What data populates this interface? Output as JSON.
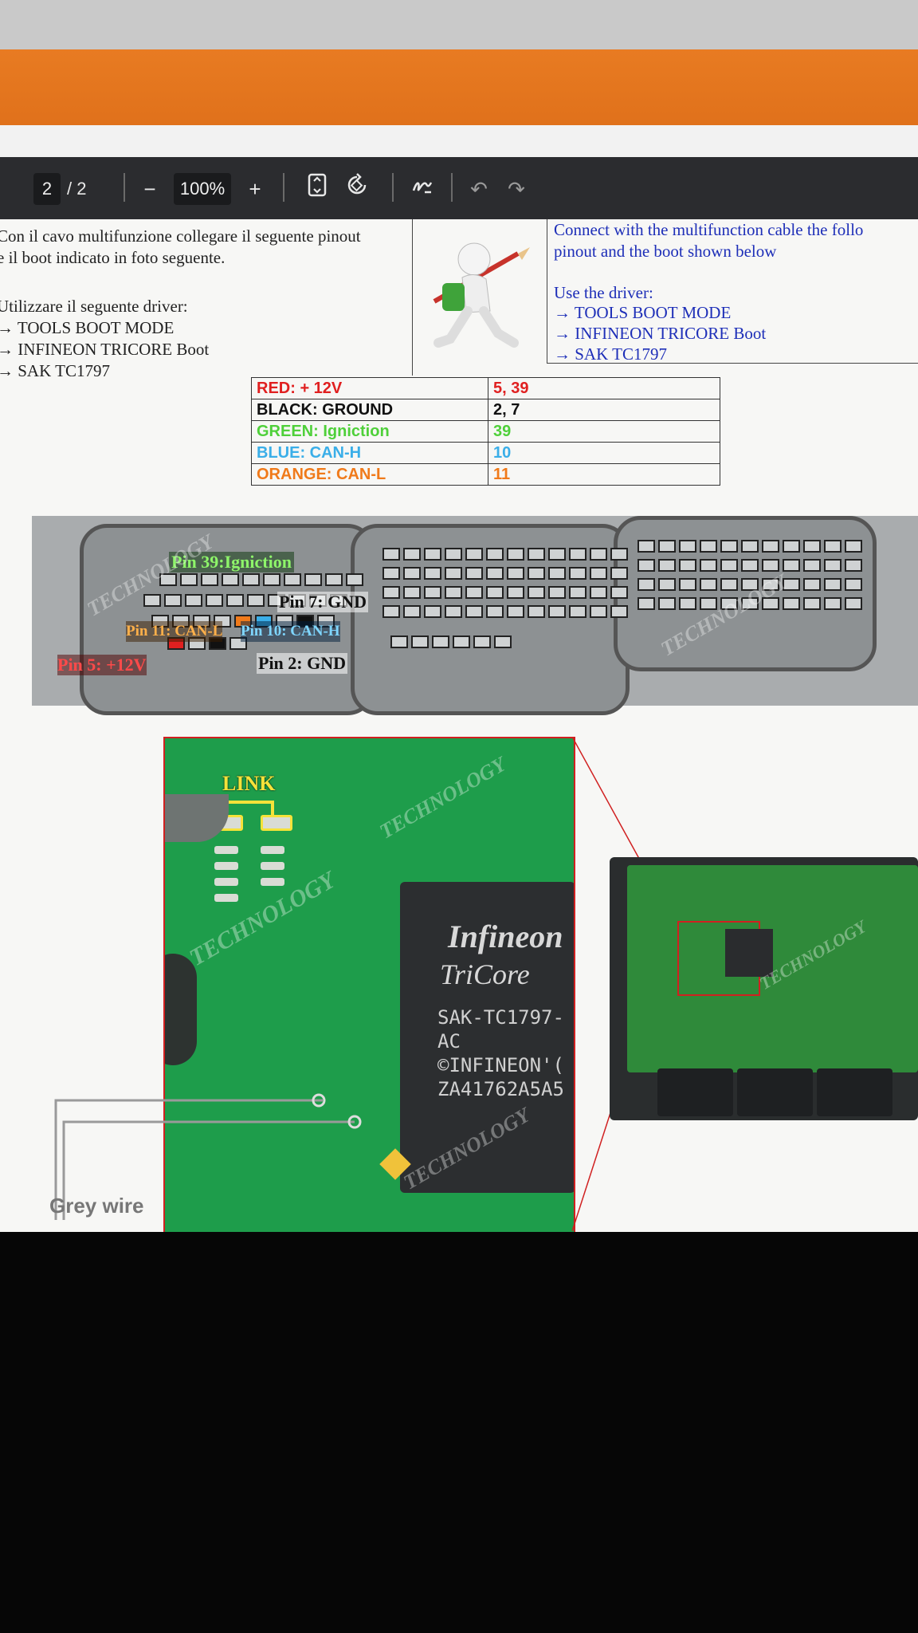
{
  "toolbar": {
    "page_current": "2",
    "page_total": "/ 2",
    "zoom_out": "−",
    "zoom": "100%",
    "zoom_in": "+",
    "undo": "↶",
    "redo": "↷"
  },
  "intro": {
    "it_lines": [
      "Con il cavo multifunzione collegare il seguente pinout",
      "e il boot indicato in foto seguente.",
      "",
      "Utilizzare il seguente driver:",
      "→ TOOLS BOOT MODE",
      "→ INFINEON TRICORE Boot",
      "→ SAK TC1797"
    ],
    "en_lines": [
      "Connect with the multifunction cable the follo",
      "pinout and the boot shown below",
      "",
      "Use the driver:",
      "→ TOOLS BOOT MODE",
      "→ INFINEON TRICORE Boot",
      "→ SAK TC1797"
    ]
  },
  "pin_table": [
    {
      "label": "RED: + 12V",
      "pins": "5, 39",
      "color": "#e02020"
    },
    {
      "label": "BLACK: GROUND",
      "pins": "2, 7",
      "color": "#111111"
    },
    {
      "label": "GREEN: Igniction",
      "pins": "39",
      "color": "#4fd03a"
    },
    {
      "label": "BLUE: CAN-H",
      "pins": "10",
      "color": "#3aaee8"
    },
    {
      "label": "ORANGE: CAN-L",
      "pins": "11",
      "color": "#f07a1a"
    }
  ],
  "connector": {
    "pin39": "Pin 39:Igniction",
    "pin7": "Pin 7: GND",
    "pin11": "Pin 11: CAN-L",
    "pin10": "Pin 10: CAN-H",
    "pin5": "Pin 5: +12V",
    "pin2": "Pin 2: GND"
  },
  "pcb": {
    "link": "LINK",
    "grey_wire": "Grey wire",
    "chip_brand": "Infineon",
    "chip_family": "TriCore",
    "chip_lines": [
      "SAK-TC1797-",
      "AC",
      "©INFINEON'(",
      "ZA41762A5A5"
    ]
  },
  "watermark": "TECHNOLOGY",
  "colors": {
    "orange": "#e87b22",
    "toolbar": "#2b2c2f",
    "blue_text": "#1e2fb8",
    "pcb_green": "#1e9d4b"
  }
}
